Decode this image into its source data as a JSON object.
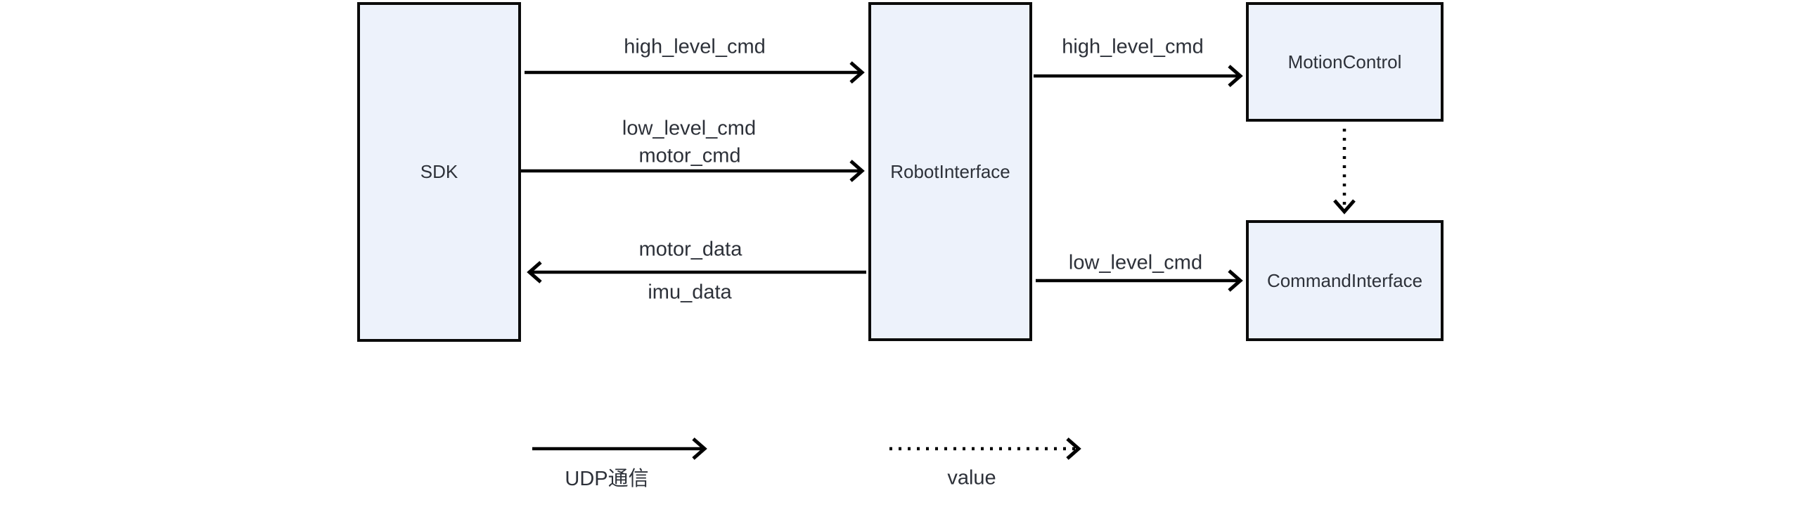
{
  "diagram": {
    "background_color": "#ffffff",
    "node_fill_color": "#edf2fb",
    "node_border_color": "#0b0b0b",
    "text_color": "#2d3139",
    "arrow_color": "#000000",
    "nodes": [
      {
        "id": "sdk",
        "label": "SDK"
      },
      {
        "id": "robot-interface",
        "label": "RobotInterface"
      },
      {
        "id": "motion-control",
        "label": "MotionControl"
      },
      {
        "id": "command-interface",
        "label": "CommandInterface"
      }
    ],
    "edges": [
      {
        "from": "SDK",
        "to": "RobotInterface",
        "style": "solid",
        "labels": [
          "high_level_cmd"
        ]
      },
      {
        "from": "SDK",
        "to": "RobotInterface",
        "style": "solid",
        "labels": [
          "low_level_cmd",
          "motor_cmd"
        ]
      },
      {
        "from": "RobotInterface",
        "to": "SDK",
        "style": "solid",
        "labels": [
          "motor_data",
          "imu_data"
        ]
      },
      {
        "from": "RobotInterface",
        "to": "MotionControl",
        "style": "solid",
        "labels": [
          "high_level_cmd"
        ]
      },
      {
        "from": "RobotInterface",
        "to": "CommandInterface",
        "style": "solid",
        "labels": [
          "low_level_cmd"
        ]
      },
      {
        "from": "MotionControl",
        "to": "CommandInterface",
        "style": "dotted",
        "labels": []
      }
    ],
    "legend": [
      {
        "style": "solid",
        "label": "UDP通信"
      },
      {
        "style": "dotted",
        "label": "value"
      }
    ]
  }
}
